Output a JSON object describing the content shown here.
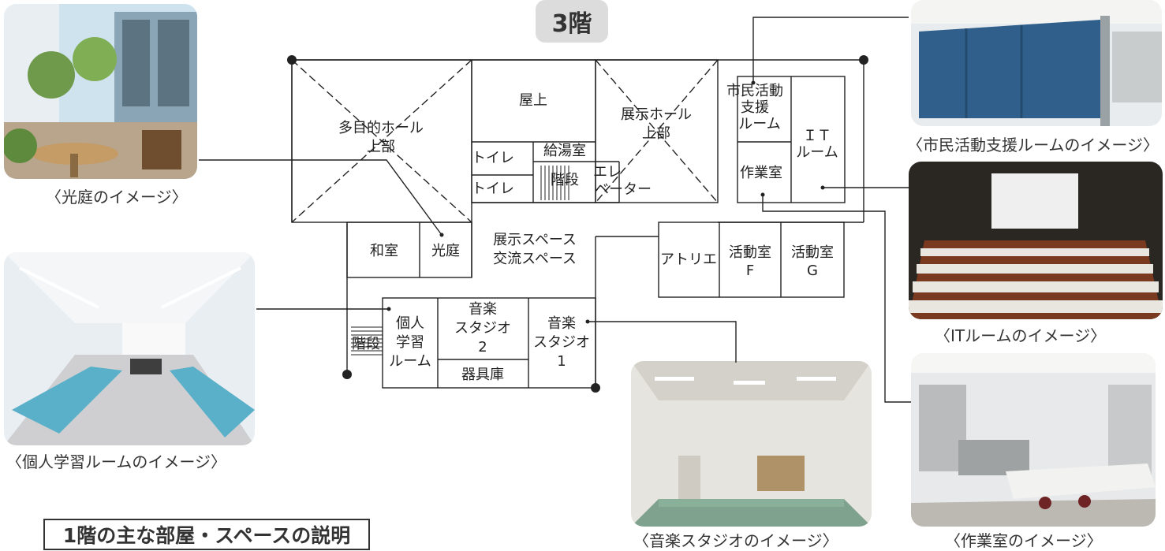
{
  "floor_label": "3階",
  "legend_title": "1階の主な部屋・スペースの説明",
  "rooms": {
    "multipurpose_hall_l1": "多目的ホール",
    "multipurpose_hall_l2": "上部",
    "rooftop": "屋上",
    "toilet_1": "トイレ",
    "toilet_2": "トイレ",
    "kitchenette": "給湯室",
    "stairs_center": "階段",
    "elevator_l1": "エレ",
    "elevator_l2": "ベーター",
    "exhibition_hall_l1": "展示ホール",
    "exhibition_hall_l2": "上部",
    "civic_support_l1": "市民活動",
    "civic_support_l2": "支援",
    "civic_support_l3": "ルーム",
    "it_room_l1": "ＩＴ",
    "it_room_l2": "ルーム",
    "workroom": "作業室",
    "japanese_room": "和室",
    "light_court": "光庭",
    "exhibition_space": "展示スペース",
    "exchange_space": "交流スペース",
    "atelier": "アトリエ",
    "activity_f_l1": "活動室",
    "activity_f_l2": "F",
    "activity_g_l1": "活動室",
    "activity_g_l2": "G",
    "stairs_left": "階段",
    "study_room_l1": "個人",
    "study_room_l2": "学習",
    "study_room_l3": "ルーム",
    "music_studio2_l1": "音楽",
    "music_studio2_l2": "スタジオ",
    "music_studio2_l3": "2",
    "storage": "器具庫",
    "music_studio1_l1": "音楽",
    "music_studio1_l2": "スタジオ",
    "music_studio1_l3": "1"
  },
  "captions": {
    "light_court": "〈光庭のイメージ〉",
    "study_room": "〈個人学習ルームのイメージ〉",
    "music_studio": "〈音楽スタジオのイメージ〉",
    "civic_support": "〈市民活動支援ルームのイメージ〉",
    "it_room": "〈ITルームのイメージ〉",
    "workroom": "〈作業室のイメージ〉"
  },
  "colors": {
    "badge_bg": "#dcdcdc",
    "line": "#222222"
  }
}
